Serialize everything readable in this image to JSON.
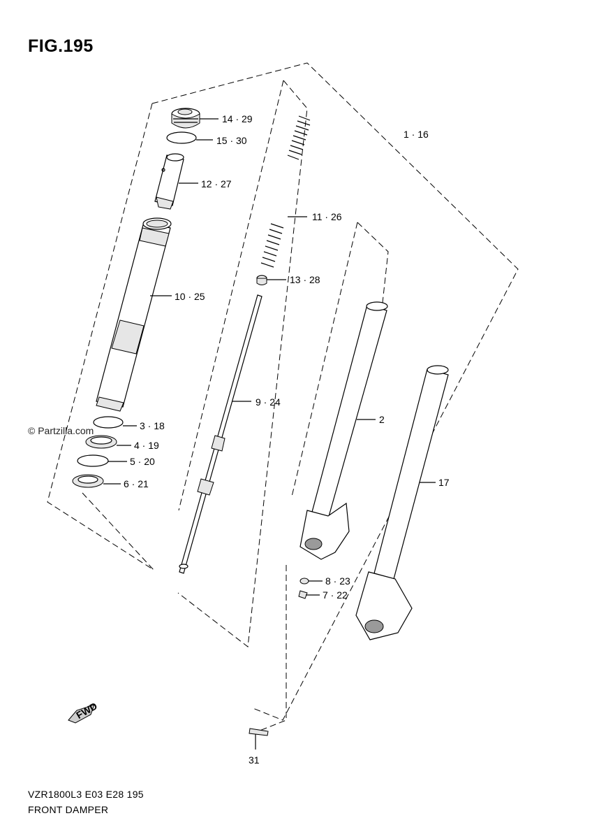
{
  "figure": {
    "title": "FIG.195",
    "watermark": "© Partzilla.com",
    "footer_model": "VZR1800L3  E03  E28  195",
    "footer_name": "FRONT DAMPER"
  },
  "callouts": [
    {
      "id": "c-14-29",
      "text": "14 · 29"
    },
    {
      "id": "c-15-30",
      "text": "15 · 30"
    },
    {
      "id": "c-12-27",
      "text": "12 · 27"
    },
    {
      "id": "c-10-25",
      "text": "10 · 25"
    },
    {
      "id": "c-3-18",
      "text": "3 · 18"
    },
    {
      "id": "c-4-19",
      "text": "4 · 19"
    },
    {
      "id": "c-5-20",
      "text": "5 · 20"
    },
    {
      "id": "c-6-21",
      "text": "6 · 21"
    },
    {
      "id": "c-11-26",
      "text": "11 · 26"
    },
    {
      "id": "c-13-28",
      "text": "13 · 28"
    },
    {
      "id": "c-9-24",
      "text": "9 · 24"
    },
    {
      "id": "c-1-16",
      "text": "1 · 16"
    },
    {
      "id": "c-2",
      "text": "2"
    },
    {
      "id": "c-17",
      "text": "17"
    },
    {
      "id": "c-8-23",
      "text": "8 · 23"
    },
    {
      "id": "c-7-22",
      "text": "7 · 22"
    },
    {
      "id": "c-31",
      "text": "31"
    }
  ],
  "direction_badge": "FWD"
}
